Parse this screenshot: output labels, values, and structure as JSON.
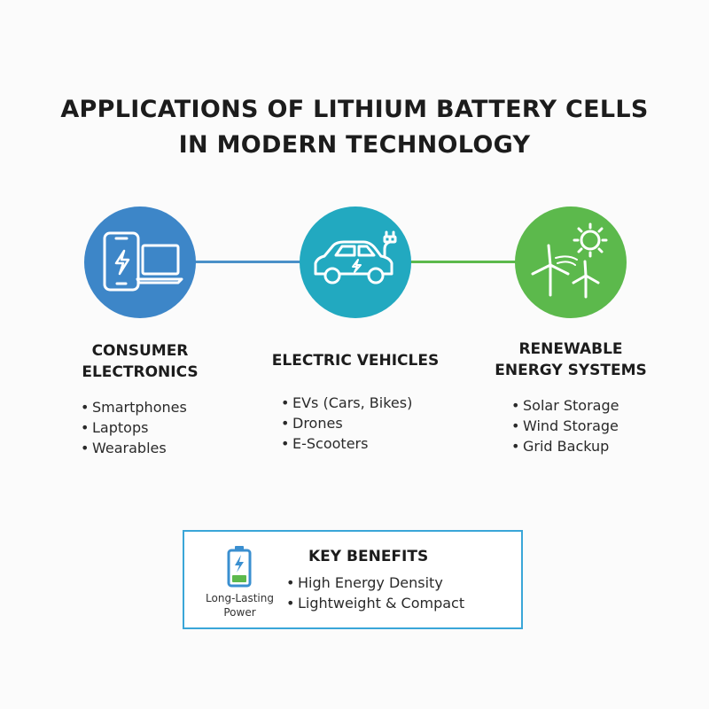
{
  "title": {
    "line1": "APPLICATIONS OF LITHIUM BATTERY CELLS",
    "line2": "IN MODERN TECHNOLOGY"
  },
  "colors": {
    "blue": "#3d86c8",
    "teal": "#22a9c0",
    "green": "#5cb94c",
    "border": "#3aa6d8"
  },
  "categories": [
    {
      "heading": [
        "CONSUMER",
        "ELECTRONICS"
      ],
      "icon": "smartphone-laptop-icon",
      "items": [
        "Smartphones",
        "Laptops",
        "Wearables"
      ]
    },
    {
      "heading": [
        "ELECTRIC VEHICLES"
      ],
      "icon": "electric-car-icon",
      "items": [
        "EVs (Cars, Bikes)",
        "Drones",
        "E-Scooters"
      ]
    },
    {
      "heading": [
        "RENEWABLE",
        "ENERGY SYSTEMS"
      ],
      "icon": "solar-wind-icon",
      "items": [
        "Solar Storage",
        "Wind Storage",
        "Grid Backup"
      ]
    }
  ],
  "benefits": {
    "icon": "battery-icon",
    "icon_caption": [
      "Long-Lasting",
      "Power"
    ],
    "heading": "KEY BENEFITS",
    "items": [
      "High Energy Density",
      "Lightweight & Compact"
    ]
  }
}
